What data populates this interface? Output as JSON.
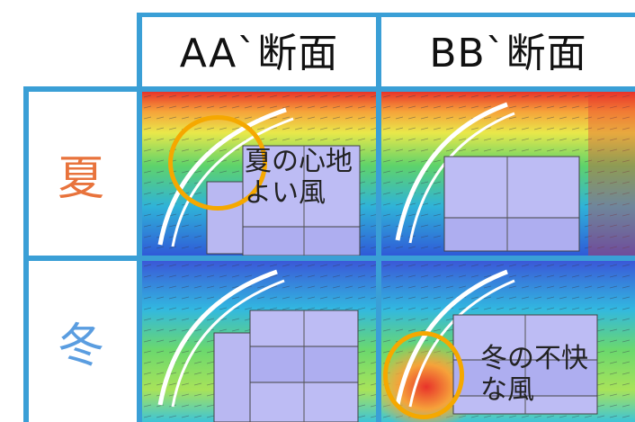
{
  "columns": [
    {
      "label": "AA`断面"
    },
    {
      "label": "BB`断面"
    }
  ],
  "rows": [
    {
      "label": "夏",
      "color": "#e8733c"
    },
    {
      "label": "冬",
      "color": "#5a9de0"
    }
  ],
  "annotations": {
    "summer_line1": "夏の心地",
    "summer_line2": "よい風",
    "winter_line1": "冬の不快",
    "winter_line2": "な風"
  },
  "colors": {
    "frame": "#3a9fd6",
    "highlight_circle": "#f5a800"
  }
}
